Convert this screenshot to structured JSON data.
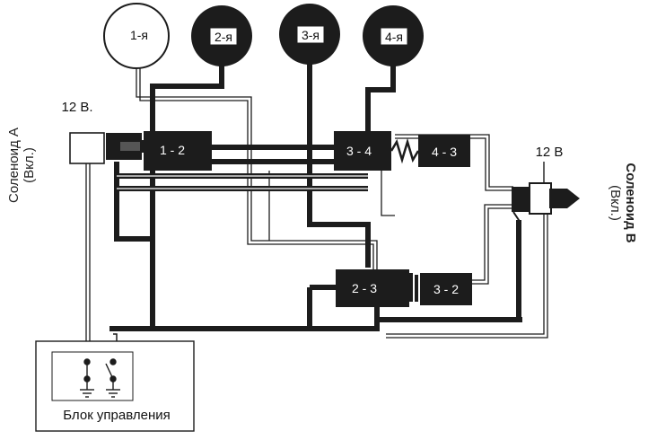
{
  "gears": {
    "g1": "1-я",
    "g2": "2-я",
    "g3": "3-я",
    "g4": "4-я"
  },
  "valves": {
    "v12": "1 - 2",
    "v34": "3 - 4",
    "v43": "4 - 3",
    "v23": "2 - 3",
    "v32": "3 - 2"
  },
  "solenoid_a": {
    "voltage": "12 В.",
    "name": "Соленоид А",
    "state": "(Вкл.)"
  },
  "solenoid_b": {
    "voltage": "12 В",
    "name": "Соленоид В",
    "state": "(Вкл.)"
  },
  "control_unit": {
    "label": "Блок управления"
  },
  "colors": {
    "line": "#1c1c1c",
    "background": "#ffffff"
  }
}
